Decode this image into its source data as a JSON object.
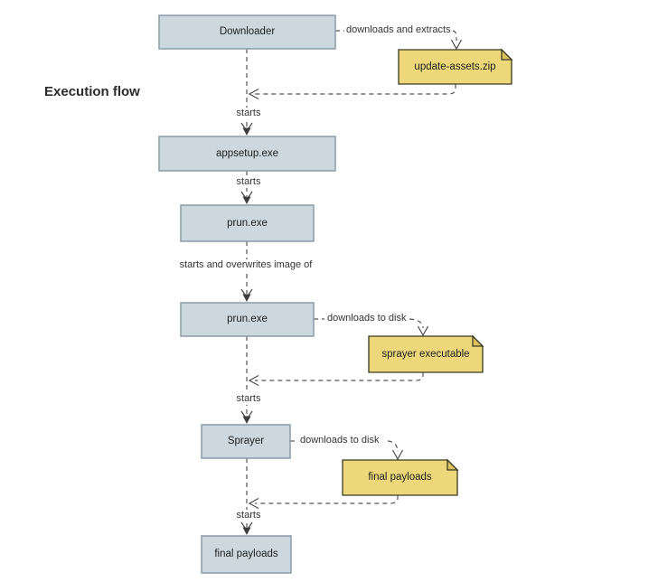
{
  "diagram": {
    "title": "Execution flow",
    "nodes": {
      "downloader": "Downloader",
      "appsetup": "appsetup.exe",
      "prun1": "prun.exe",
      "prun2": "prun.exe",
      "sprayer": "Sprayer",
      "final_payloads": "final payloads"
    },
    "notes": {
      "update_assets": "update-assets.zip",
      "sprayer_executable": "sprayer executable",
      "final_payloads": "final payloads"
    },
    "edge_labels": {
      "downloads_and_extracts": "downloads and extracts",
      "starts_1": "starts",
      "starts_2": "starts",
      "starts_overwrites": "starts and overwrites image of",
      "downloads_to_disk_1": "downloads to disk",
      "starts_3": "starts",
      "downloads_to_disk_2": "downloads to disk",
      "starts_4": "starts"
    },
    "colors": {
      "process_fill": "#ccd8dd",
      "process_border": "#8a9ca7",
      "note_fill": "#ecd87a",
      "note_border": "#3a3a22",
      "edge_line": "#555555",
      "text": "#1e1e1e",
      "background": "#ffffff"
    }
  }
}
